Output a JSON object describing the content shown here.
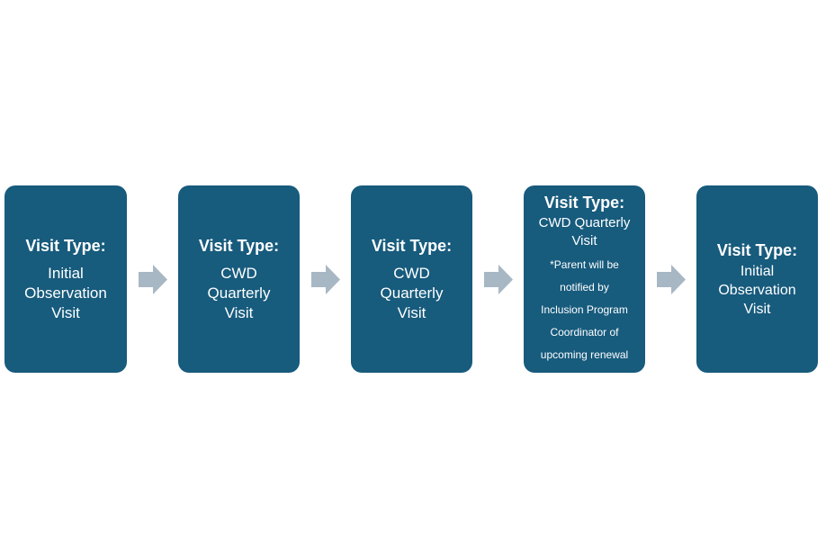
{
  "colors": {
    "box_fill": "#175b7d",
    "arrow_fill": "#a8b7c4",
    "text": "#ffffff"
  },
  "steps": [
    {
      "title": "Visit Type:",
      "body": "Initial\nObservation\nVisit"
    },
    {
      "title": "Visit Type:",
      "body": "CWD\nQuarterly\nVisit"
    },
    {
      "title": "Visit Type:",
      "body": "CWD\nQuarterly\nVisit"
    },
    {
      "title": "Visit Type:",
      "body": "CWD Quarterly\nVisit",
      "note": "*Parent will be\nnotified by\nInclusion Program\nCoordinator of\nupcoming renewal"
    },
    {
      "title": "Visit Type:",
      "body": "Initial\nObservation\nVisit"
    }
  ],
  "arrows": [
    {
      "icon": "right-arrow-icon"
    },
    {
      "icon": "right-arrow-icon"
    },
    {
      "icon": "right-arrow-icon"
    },
    {
      "icon": "right-arrow-icon"
    }
  ]
}
